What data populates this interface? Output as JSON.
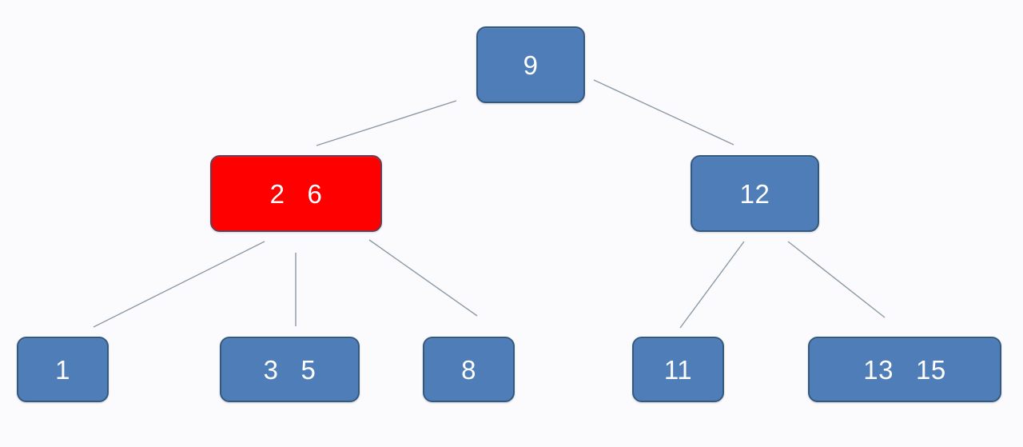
{
  "tree": {
    "root": {
      "keys": [
        "9"
      ],
      "highlighted": false
    },
    "level1": [
      {
        "keys": [
          "2",
          "6"
        ],
        "highlighted": true
      },
      {
        "keys": [
          "12"
        ],
        "highlighted": false
      }
    ],
    "level2": [
      {
        "keys": [
          "1"
        ],
        "highlighted": false
      },
      {
        "keys": [
          "3",
          "5"
        ],
        "highlighted": false
      },
      {
        "keys": [
          "8"
        ],
        "highlighted": false
      },
      {
        "keys": [
          "11"
        ],
        "highlighted": false
      },
      {
        "keys": [
          "13",
          "15"
        ],
        "highlighted": false
      }
    ]
  },
  "colors": {
    "node_fill": "#4f7db8",
    "node_border": "#34597f",
    "highlight_fill": "#ff0000",
    "edge": "#8c9aa6",
    "key_text": "#ffffff"
  }
}
